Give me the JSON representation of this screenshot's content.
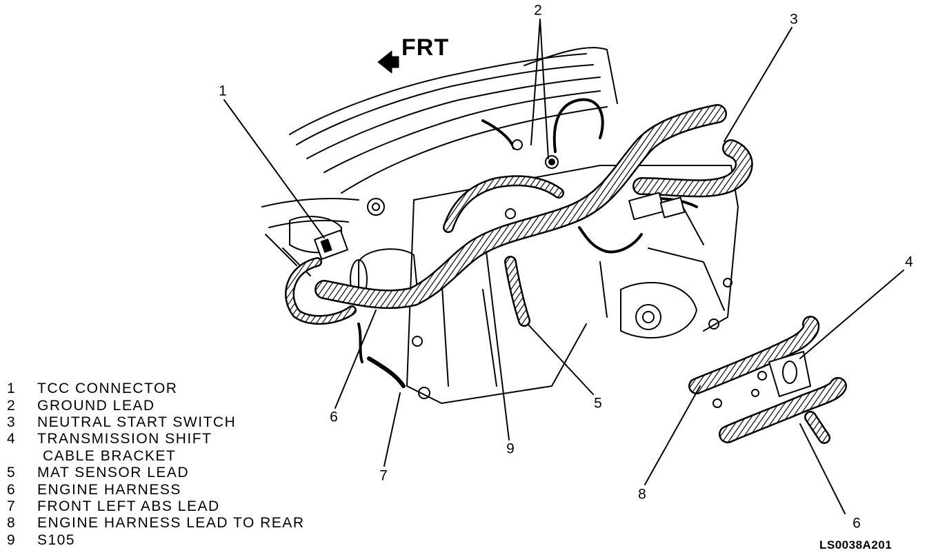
{
  "front_label": "FRT",
  "figure_code": "LS0038A201",
  "callouts": [
    "1",
    "2",
    "3",
    "4",
    "5",
    "6",
    "6",
    "7",
    "8",
    "9"
  ],
  "legend": [
    {
      "num": "1",
      "text": "TCC CONNECTOR"
    },
    {
      "num": "2",
      "text": "GROUND LEAD"
    },
    {
      "num": "3",
      "text": "NEUTRAL START SWITCH"
    },
    {
      "num": "4",
      "text": "TRANSMISSION SHIFT"
    },
    {
      "num": "",
      "text": "CABLE BRACKET"
    },
    {
      "num": "5",
      "text": "MAT SENSOR LEAD"
    },
    {
      "num": "6",
      "text": "ENGINE HARNESS"
    },
    {
      "num": "7",
      "text": "FRONT LEFT ABS LEAD"
    },
    {
      "num": "8",
      "text": "ENGINE HARNESS LEAD TO REAR"
    },
    {
      "num": "9",
      "text": "S105"
    }
  ],
  "colors": {
    "ink": "#000000",
    "paper": "#ffffff"
  }
}
